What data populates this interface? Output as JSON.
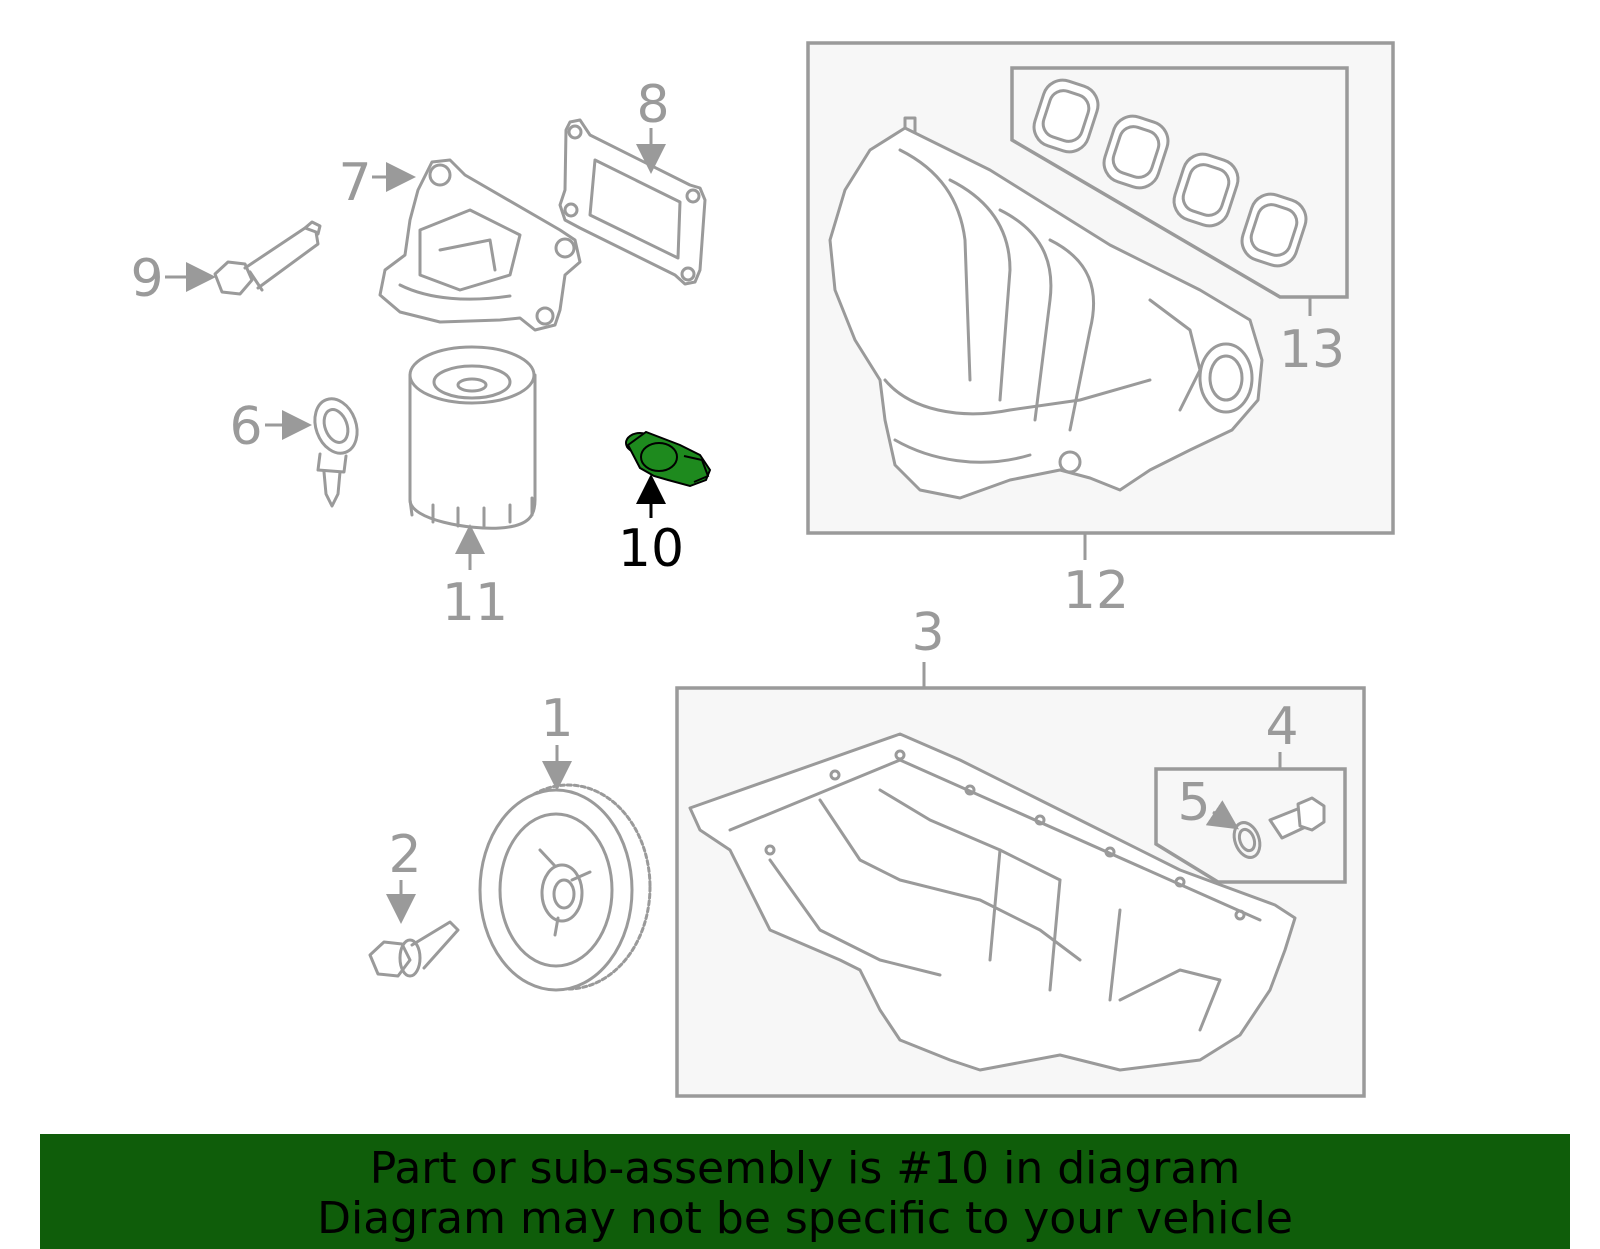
{
  "callouts": {
    "c1": "1",
    "c2": "2",
    "c3": "3",
    "c4": "4",
    "c5": "5",
    "c6": "6",
    "c7": "7",
    "c8": "8",
    "c9": "9",
    "c10": "10",
    "c11": "11",
    "c12": "12",
    "c13": "13"
  },
  "highlight": {
    "part": "10",
    "color": "#1e8a1e"
  },
  "banner": {
    "line1": "Part or sub-assembly is #10 in diagram",
    "line2": "Diagram may not be specific to your vehicle",
    "color": "#0f5d0a"
  },
  "colors": {
    "line": "#9a9a9a",
    "box_fill": "#f7f7f7",
    "highlight_label": "#000000"
  }
}
